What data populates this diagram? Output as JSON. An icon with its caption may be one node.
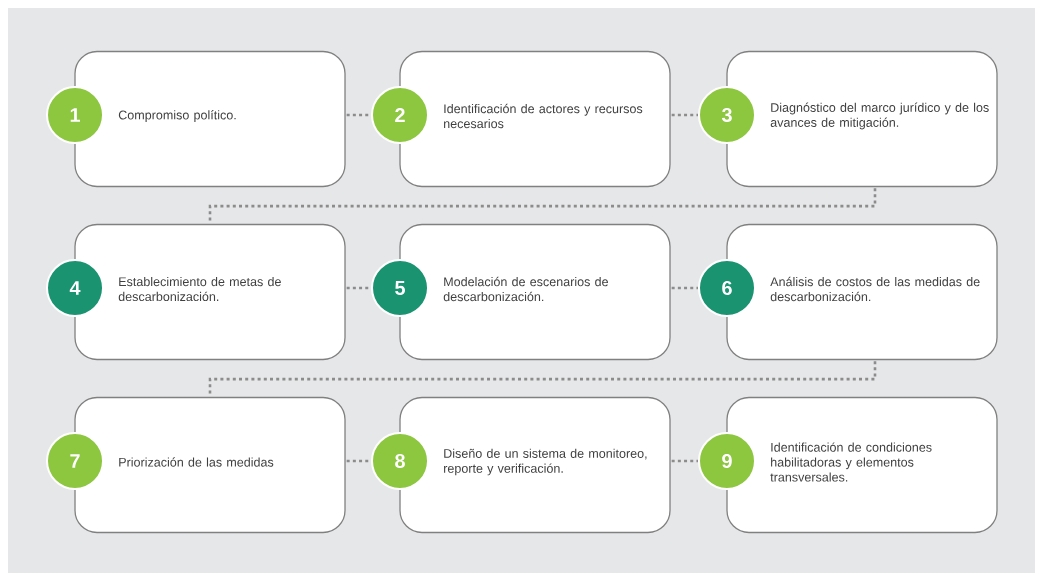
{
  "diagram": {
    "nodes": [
      {
        "text": [
          "1",
          "Compromiso político."
        ]
      },
      {
        "text": [
          "2",
          "Identificación de actores y recursos necesarios"
        ]
      },
      {
        "text": [
          "3",
          "Diagnóstico del marco jurídico y de los avances de mitigación."
        ]
      },
      {
        "text": [
          "4",
          "Establecimiento de metas de descarbonización."
        ]
      },
      {
        "text": [
          "5",
          "Modelación de escenarios de descarbonización."
        ]
      },
      {
        "text": [
          "6",
          "Análisis de costos de las medidas de descarbonización."
        ]
      },
      {
        "text": [
          "7",
          "Priorización de las medidas"
        ]
      },
      {
        "text": [
          "8",
          "Diseño de un sistema de monitoreo, reporte y verificación."
        ]
      },
      {
        "text": [
          "9",
          "Identificación de condiciones habilitadoras y elementos transversales."
        ]
      }
    ],
    "edges": [
      {
        "from": 0,
        "to": 1,
        "arrow": "none"
      },
      {
        "from": 1,
        "to": 2,
        "arrow": "none"
      },
      {
        "from": 2,
        "to": 3,
        "arrow": "none"
      },
      {
        "from": 3,
        "to": 4,
        "arrow": "none"
      },
      {
        "from": 4,
        "to": 5,
        "arrow": "none"
      },
      {
        "from": 5,
        "to": 6,
        "arrow": "none"
      },
      {
        "from": 6,
        "to": 7,
        "arrow": "none"
      },
      {
        "from": 7,
        "to": 8,
        "arrow": "none"
      }
    ]
  }
}
